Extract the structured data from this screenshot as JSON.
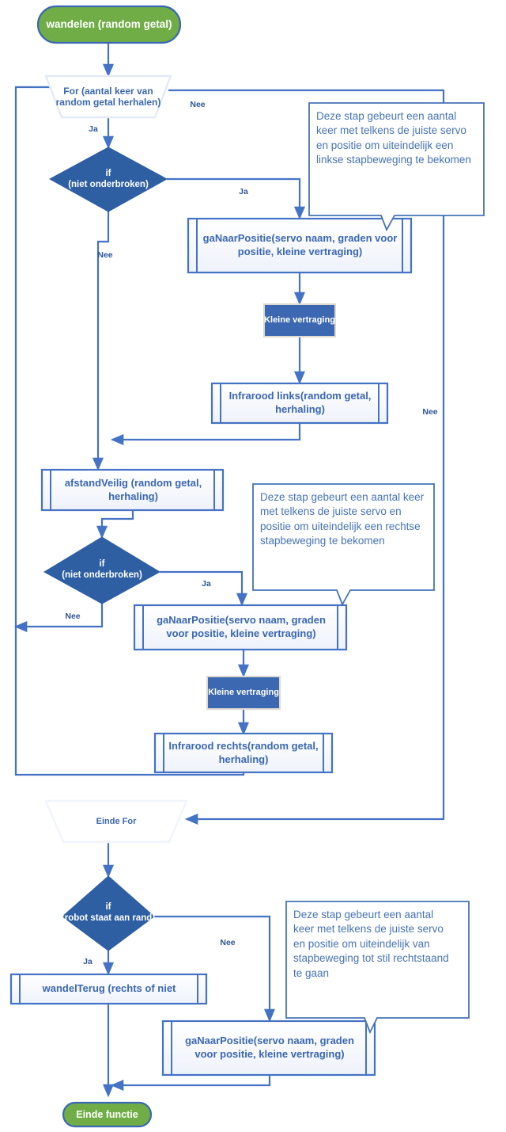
{
  "diagram": {
    "title": "wandelen (random getal) flowchart",
    "colors": {
      "start_fill": "#70ad47",
      "start_border": "#3a67b1",
      "decision_fill": "#2e5fa3",
      "line": "#4472c4",
      "loop_border": "#e3eaf7",
      "process_border": "#4472c4",
      "process_fill": "#f2f5fb",
      "delay_fill": "#3b68b0",
      "note_border": "#4573b6",
      "text_blue": "#3a67b1"
    },
    "nodes": {
      "start": "wandelen (random getal)",
      "for_loop": "For (aantal keer van random getal herhalen)",
      "if1": "if\n(niet onderbroken)",
      "ganaar1": "gaNaarPositie(servo naam, graden voor positie, kleine vertraging)",
      "delay1": "Kleine vertraging",
      "infrarood_links": "Infrarood links(random getal, herhaling)",
      "afstand_veilig": "afstandVeilig (random getal, herhaling)",
      "if2": "if\n(niet onderbroken)",
      "ganaar2": "gaNaarPositie(servo naam, graden voor positie, kleine vertraging)",
      "delay2": "Kleine vertraging",
      "infrarood_rechts": "Infrarood rechts(random getal, herhaling)",
      "einde_for": "Einde For",
      "if3": "if\n(robot staat aan rand)",
      "wandel_terug": "wandelTerug (rechts of niet",
      "ganaar3": "gaNaarPositie(servo naam, graden voor positie, kleine vertraging)",
      "end": "Einde functie"
    },
    "notes": {
      "note1": "Deze stap gebeurt een aantal keer met telkens de juiste servo en positie om uiteindelijk een linkse stapbeweging te bekomen",
      "note2": "Deze stap gebeurt een aantal keer met telkens de juiste servo en positie om uiteindelijk een rechtse stapbeweging te bekomen",
      "note3": "Deze stap gebeurt een aantal keer met telkens de juiste servo en positie om uiteindelijk van stapbeweging tot stil rechtstaand te gaan"
    },
    "edge_labels": {
      "for_nee": "Nee",
      "for_ja": "Ja",
      "if1_ja": "Ja",
      "if1_nee": "Nee",
      "loop_nee": "Nee",
      "if2_ja": "Ja",
      "if2_nee": "Nee",
      "if3_ja": "Ja",
      "if3_nee": "Nee"
    }
  }
}
